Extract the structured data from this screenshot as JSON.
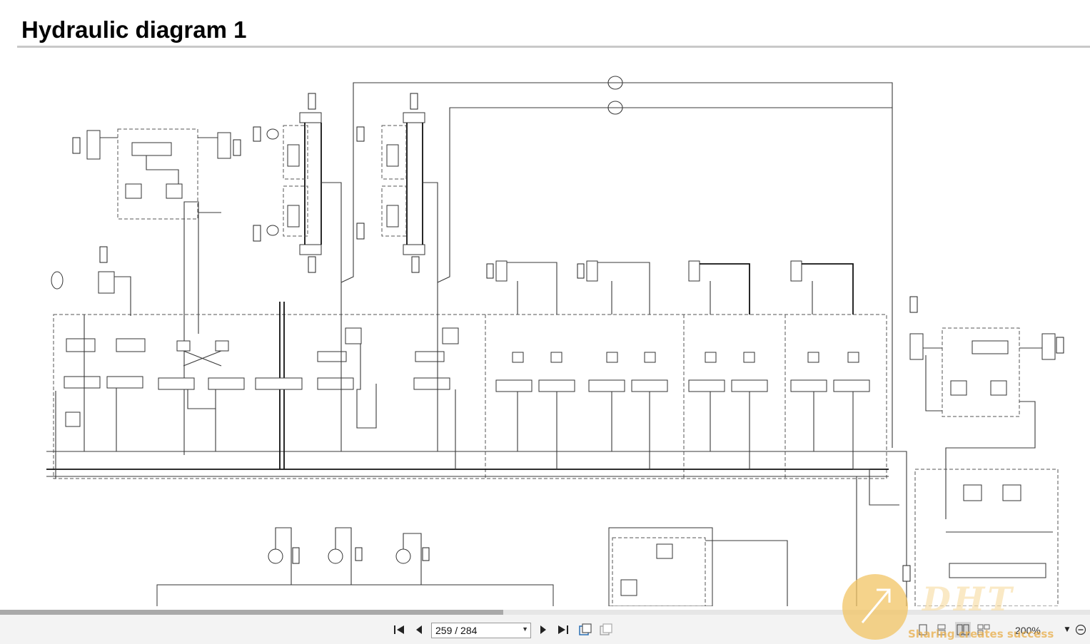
{
  "page": {
    "title": "Hydraulic diagram 1"
  },
  "navigation": {
    "page_indicator": "259 / 284",
    "zoom": "200%"
  },
  "watermark": {
    "slogan": "Sharing creates success"
  },
  "colors": {
    "title_rule": "#c8c8c8",
    "toolbar_bg": "#f3f3f3",
    "scroll_thumb": "#a9a9a9",
    "watermark": "#f2c464"
  }
}
